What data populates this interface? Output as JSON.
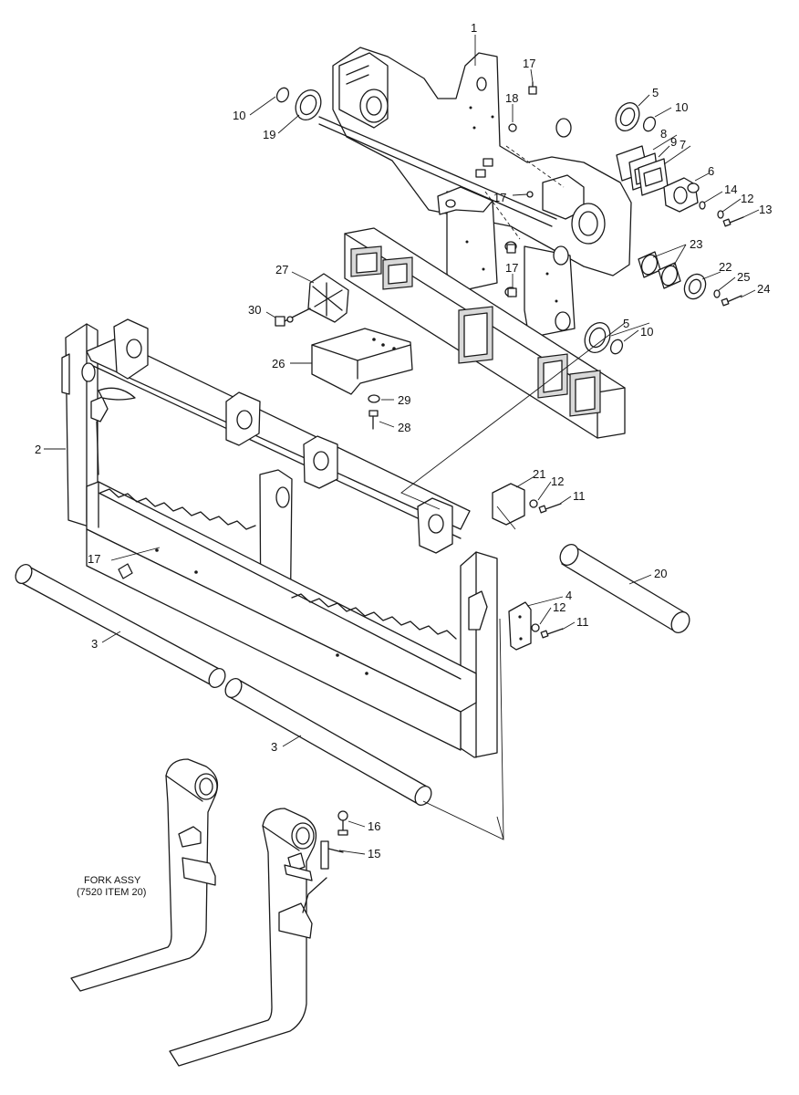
{
  "diagram": {
    "labels": {
      "l1": "1",
      "l2": "2",
      "l3a": "3",
      "l3b": "3",
      "l4": "4",
      "l5a": "5",
      "l5b": "5",
      "l6": "6",
      "l7": "7",
      "l8": "8",
      "l9": "9",
      "l10a": "10",
      "l10b": "10",
      "l10c": "10",
      "l11a": "11",
      "l11b": "11",
      "l12a": "12",
      "l12b": "12",
      "l12c": "12",
      "l13": "13",
      "l14": "14",
      "l15": "15",
      "l16": "16",
      "l17a": "17",
      "l17b": "17",
      "l17c": "17",
      "l17d": "17",
      "l18": "18",
      "l19": "19",
      "l20": "20",
      "l21": "21",
      "l22": "22",
      "l23": "23",
      "l24": "24",
      "l25": "25",
      "l26": "26",
      "l27": "27",
      "l28": "28",
      "l29": "29",
      "l30": "30"
    },
    "fork_caption": {
      "line1": "FORK ASSY",
      "line2": "(7520 ITEM 20)"
    }
  }
}
